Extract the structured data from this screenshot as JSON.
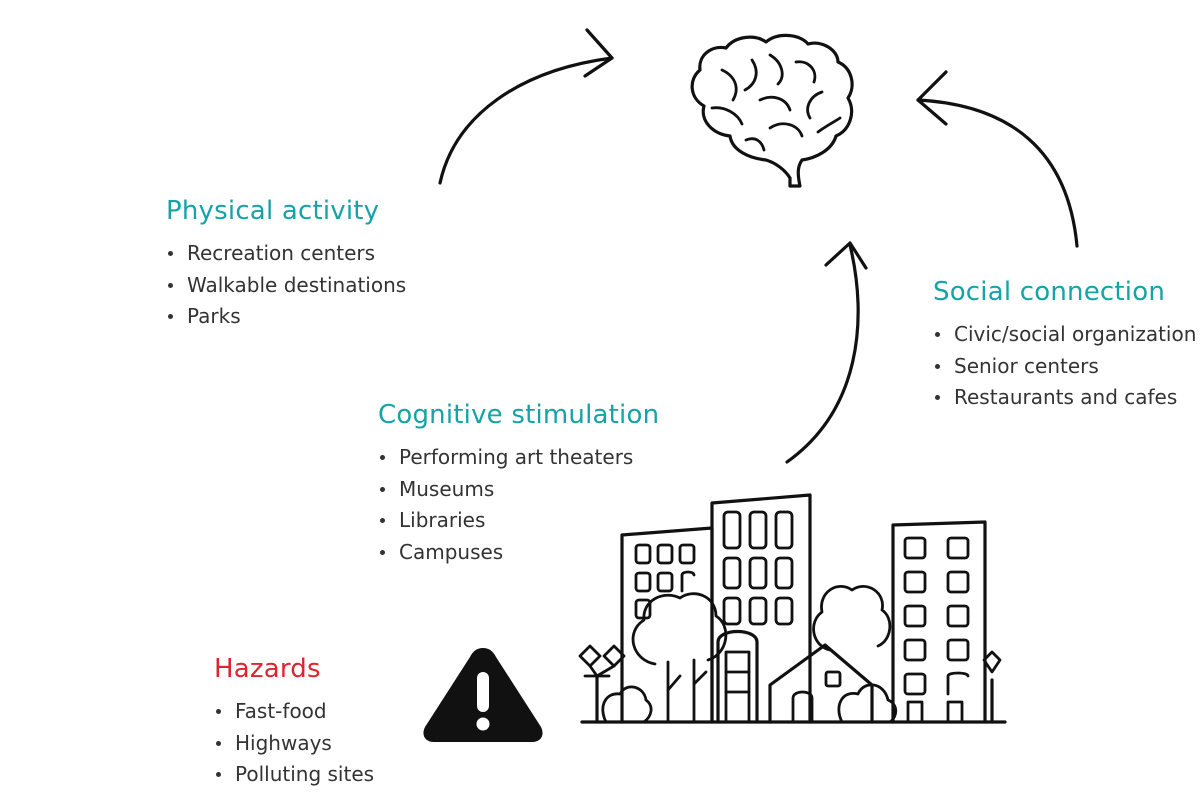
{
  "colors": {
    "heading_teal": "#15a3a6",
    "heading_red": "#e0242f",
    "bullet_text": "#333333",
    "ink": "#111111"
  },
  "icons": [
    "brain-icon",
    "city-skyline-icon",
    "warning-triangle-icon",
    "curved-arrow-icon"
  ],
  "physical_activity": {
    "heading": "Physical activity",
    "items": [
      "Recreation centers",
      "Walkable destinations",
      "Parks"
    ]
  },
  "social_connection": {
    "heading": "Social connection",
    "items": [
      "Civic/social organization",
      "Senior centers",
      "Restaurants and cafes"
    ]
  },
  "cognitive_stimulation": {
    "heading": "Cognitive stimulation",
    "items": [
      "Performing art theaters",
      "Museums",
      "Libraries",
      "Campuses"
    ]
  },
  "hazards": {
    "heading": "Hazards",
    "items": [
      "Fast-food",
      "Highways",
      "Polluting sites"
    ]
  }
}
